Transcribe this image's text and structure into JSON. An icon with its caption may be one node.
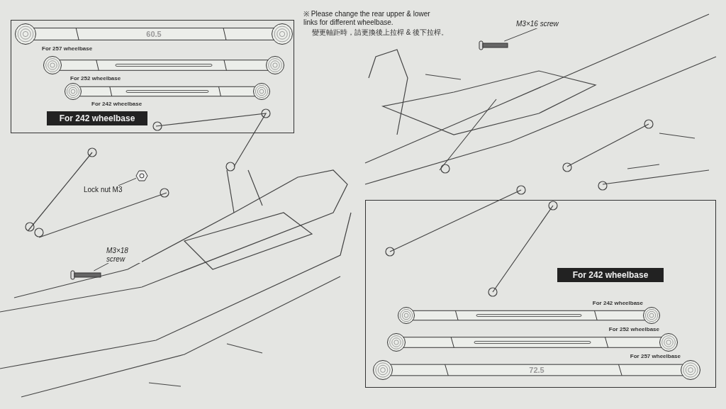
{
  "diagram": {
    "nodes": [
      {
        "text": [],
        "shape": "box"
      },
      {
        "text": [
          "60.5"
        ],
        "in": 0,
        "beside": [
          "For 257 wheelbase"
        ]
      },
      {
        "text": [],
        "shape": "bar",
        "in": 0,
        "beside": [
          "For 252 wheelbase"
        ]
      },
      {
        "text": [],
        "shape": "bar",
        "in": 0,
        "beside": [
          "For 242 wheelbase"
        ]
      },
      {
        "text": [
          "For 242 wheelbase"
        ],
        "in": 0
      },
      {
        "text": [
          "Lock nut M3"
        ]
      },
      {
        "text": [],
        "shape": "picture"
      },
      {
        "text": [
          "M3×18 screw"
        ]
      },
      {
        "text": [],
        "shape": "picture"
      },
      {
        "text": [
          "M3×16 screw"
        ]
      },
      {
        "text": [],
        "shape": "picture"
      },
      {
        "text": [],
        "shape": "box"
      },
      {
        "text": [
          "For 242 wheelbase"
        ],
        "in": 11
      },
      {
        "text": [],
        "shape": "bar",
        "in": 11,
        "beside": [
          "For 242 wheelbase"
        ]
      },
      {
        "text": [],
        "shape": "bar",
        "in": 11,
        "beside": [
          "For 252 wheelbase"
        ]
      },
      {
        "text": [
          "72.5"
        ],
        "in": 11,
        "beside": [
          "For 257 wheelbase"
        ]
      }
    ],
    "edges": [
      {
        "from": 5,
        "to": 6,
        "arrow": "none"
      },
      {
        "from": 7,
        "to": 8,
        "arrow": "none"
      },
      {
        "from": 9,
        "to": 10,
        "arrow": "none"
      }
    ],
    "labels": [
      "※ Please change the rear upper & lower links for different wheelbase.",
      "變更軸距時，請更換後上拉桿 & 後下拉桿。"
    ]
  }
}
